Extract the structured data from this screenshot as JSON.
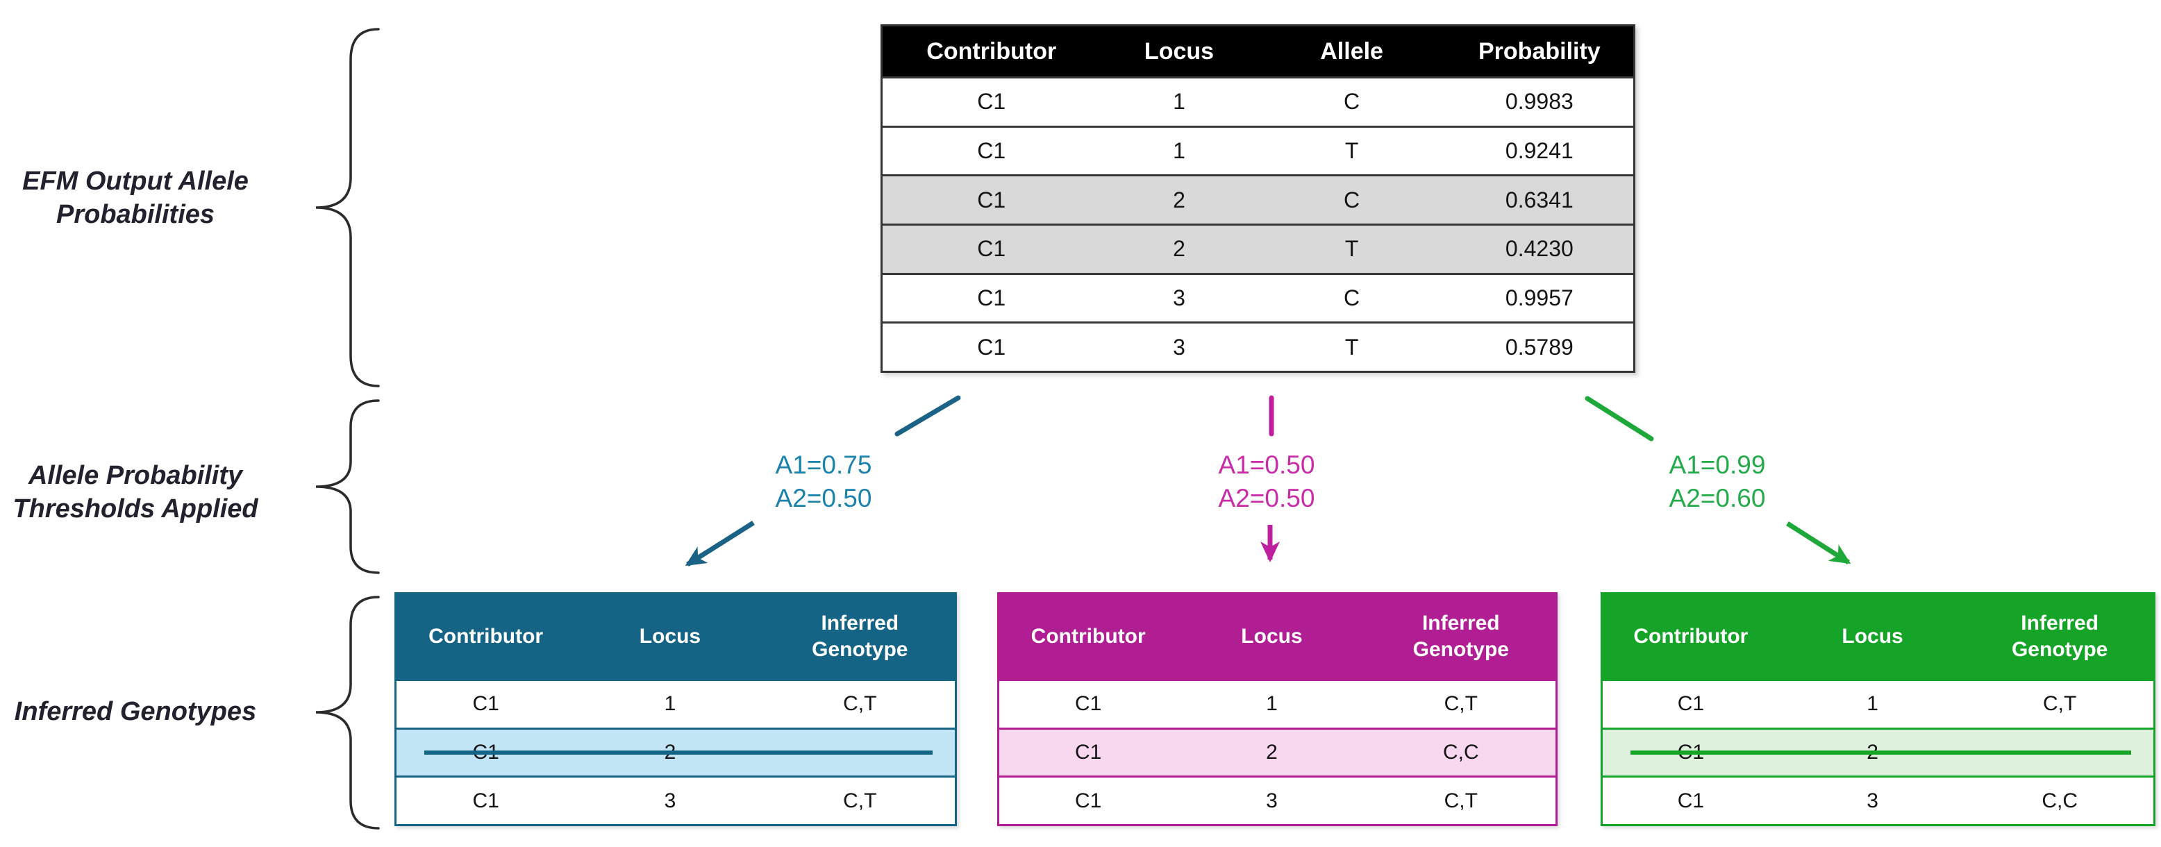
{
  "brace_labels": {
    "efm_output": "EFM Output Allele Probabilities",
    "thresholds_applied": "Allele Probability Thresholds Applied",
    "inferred_genotypes": "Inferred Genotypes"
  },
  "top_table": {
    "headers": [
      "Contributor",
      "Locus",
      "Allele",
      "Probability"
    ],
    "header_bg": "#000000",
    "header_text_color": "#ffffff",
    "shaded_row_bg": "#d9d9d9",
    "rows": [
      {
        "contributor": "C1",
        "locus": "1",
        "allele": "C",
        "probability": "0.9983",
        "shaded": false
      },
      {
        "contributor": "C1",
        "locus": "1",
        "allele": "T",
        "probability": "0.9241",
        "shaded": false
      },
      {
        "contributor": "C1",
        "locus": "2",
        "allele": "C",
        "probability": "0.6341",
        "shaded": true
      },
      {
        "contributor": "C1",
        "locus": "2",
        "allele": "T",
        "probability": "0.4230",
        "shaded": true
      },
      {
        "contributor": "C1",
        "locus": "3",
        "allele": "C",
        "probability": "0.9957",
        "shaded": false
      },
      {
        "contributor": "C1",
        "locus": "3",
        "allele": "T",
        "probability": "0.5789",
        "shaded": false
      }
    ]
  },
  "thresholds": [
    {
      "lines": [
        "A1=0.75",
        "A2=0.50"
      ],
      "text_color": "#1b82ab",
      "arrow_color": "#1a6286"
    },
    {
      "lines": [
        "A1=0.50",
        "A2=0.50"
      ],
      "text_color": "#ca2ca7",
      "arrow_color": "#bd1f9e"
    },
    {
      "lines": [
        "A1=0.99",
        "A2=0.60"
      ],
      "text_color": "#24ab49",
      "arrow_color": "#1ea83a"
    }
  ],
  "genotype_tables": [
    {
      "theme": "teal",
      "header_color": "#156385",
      "shaded_row_color": "#c2e5f5",
      "strike_color": "#156385",
      "headers": [
        "Contributor",
        "Locus",
        "Inferred Genotype"
      ],
      "rows": [
        {
          "contributor": "C1",
          "locus": "1",
          "genotype": "C,T",
          "shaded": false,
          "struck": false
        },
        {
          "contributor": "C1",
          "locus": "2",
          "genotype": "",
          "shaded": true,
          "struck": true
        },
        {
          "contributor": "C1",
          "locus": "3",
          "genotype": "C,T",
          "shaded": false,
          "struck": false
        }
      ]
    },
    {
      "theme": "magenta",
      "header_color": "#b11e93",
      "shaded_row_color": "#f8d8ef",
      "strike_color": "#b11e93",
      "headers": [
        "Contributor",
        "Locus",
        "Inferred Genotype"
      ],
      "rows": [
        {
          "contributor": "C1",
          "locus": "1",
          "genotype": "C,T",
          "shaded": false,
          "struck": false
        },
        {
          "contributor": "C1",
          "locus": "2",
          "genotype": "C,C",
          "shaded": true,
          "struck": false
        },
        {
          "contributor": "C1",
          "locus": "3",
          "genotype": "C,T",
          "shaded": false,
          "struck": false
        }
      ]
    },
    {
      "theme": "green",
      "header_color": "#16a428",
      "shaded_row_color": "#dcf0dc",
      "strike_color": "#16a428",
      "headers": [
        "Contributor",
        "Locus",
        "Inferred Genotype"
      ],
      "rows": [
        {
          "contributor": "C1",
          "locus": "1",
          "genotype": "C,T",
          "shaded": false,
          "struck": false
        },
        {
          "contributor": "C1",
          "locus": "2",
          "genotype": "",
          "shaded": true,
          "struck": true
        },
        {
          "contributor": "C1",
          "locus": "3",
          "genotype": "C,C",
          "shaded": false,
          "struck": false
        }
      ]
    }
  ]
}
